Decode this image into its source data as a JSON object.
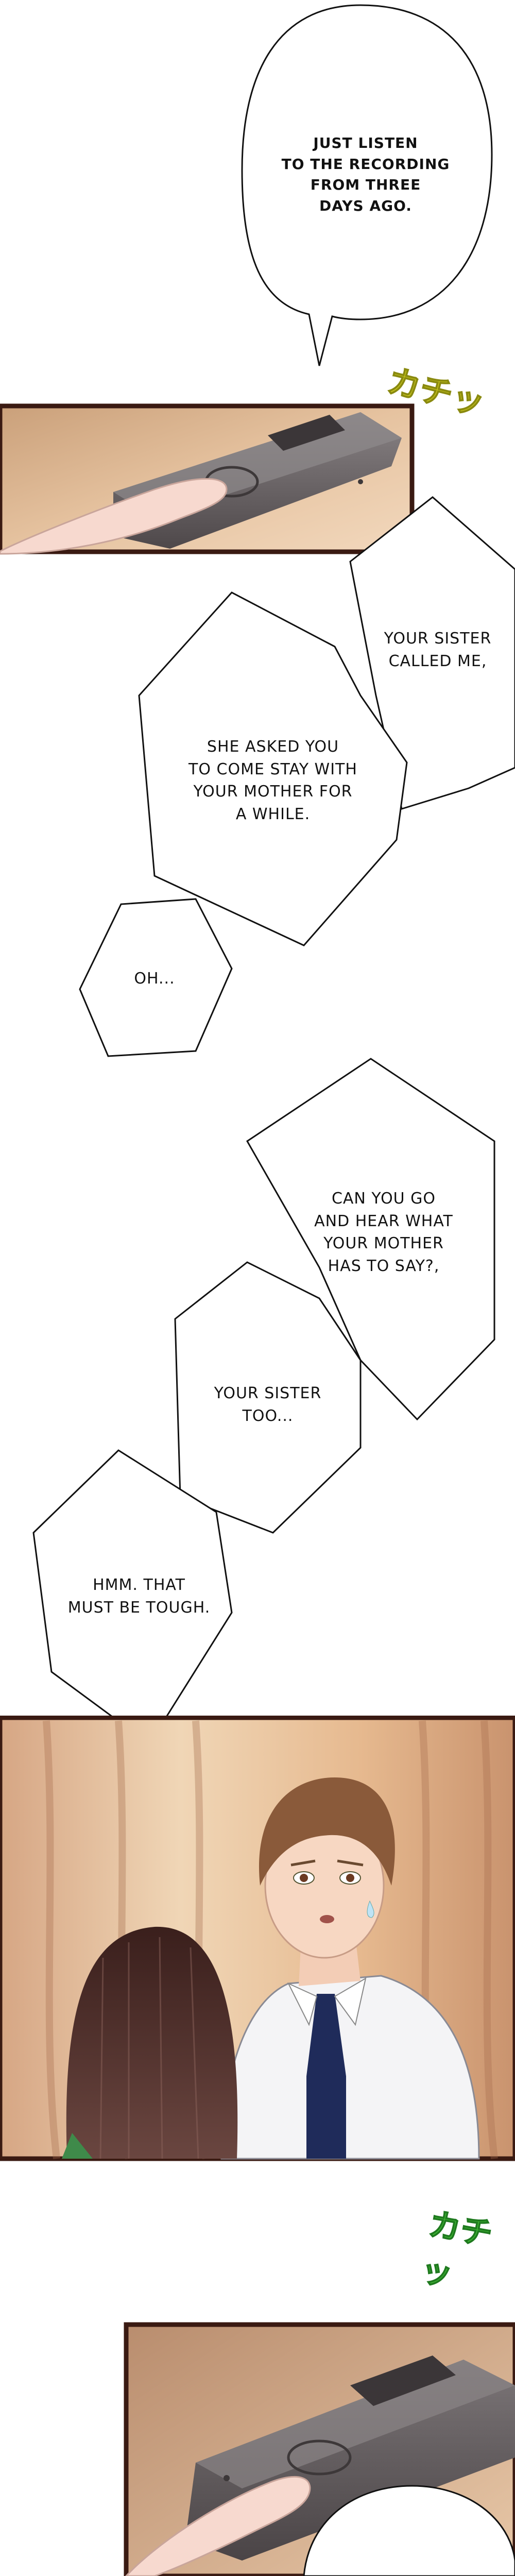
{
  "bubbles": {
    "b1": "JUST LISTEN\nTO THE RECORDING\nFROM THREE\nDAYS AGO.",
    "b2": "YOUR SISTER\nCALLED ME,",
    "b3": "SHE ASKED YOU\nTO COME STAY WITH\nYOUR MOTHER FOR\nA WHILE.",
    "b4": "OH...",
    "b5": "CAN YOU GO\nAND HEAR WHAT\nYOUR MOTHER\nHAS TO SAY?,",
    "b6": "YOUR SISTER\nTOO...",
    "b7": "HMM. THAT\nMUST BE TOUGH."
  },
  "sfx": {
    "click1": "カチッ",
    "click2": "カチッ"
  },
  "colors": {
    "panel_border": "#3a1a12",
    "sfx_yellow": "#d4d21e",
    "sfx_green": "#4bcf3a",
    "wall": "#d9a77a",
    "device": "#6b6466",
    "hair": "#4a2a26",
    "suit": "#f4f4f6",
    "tie": "#1f2b5a"
  }
}
